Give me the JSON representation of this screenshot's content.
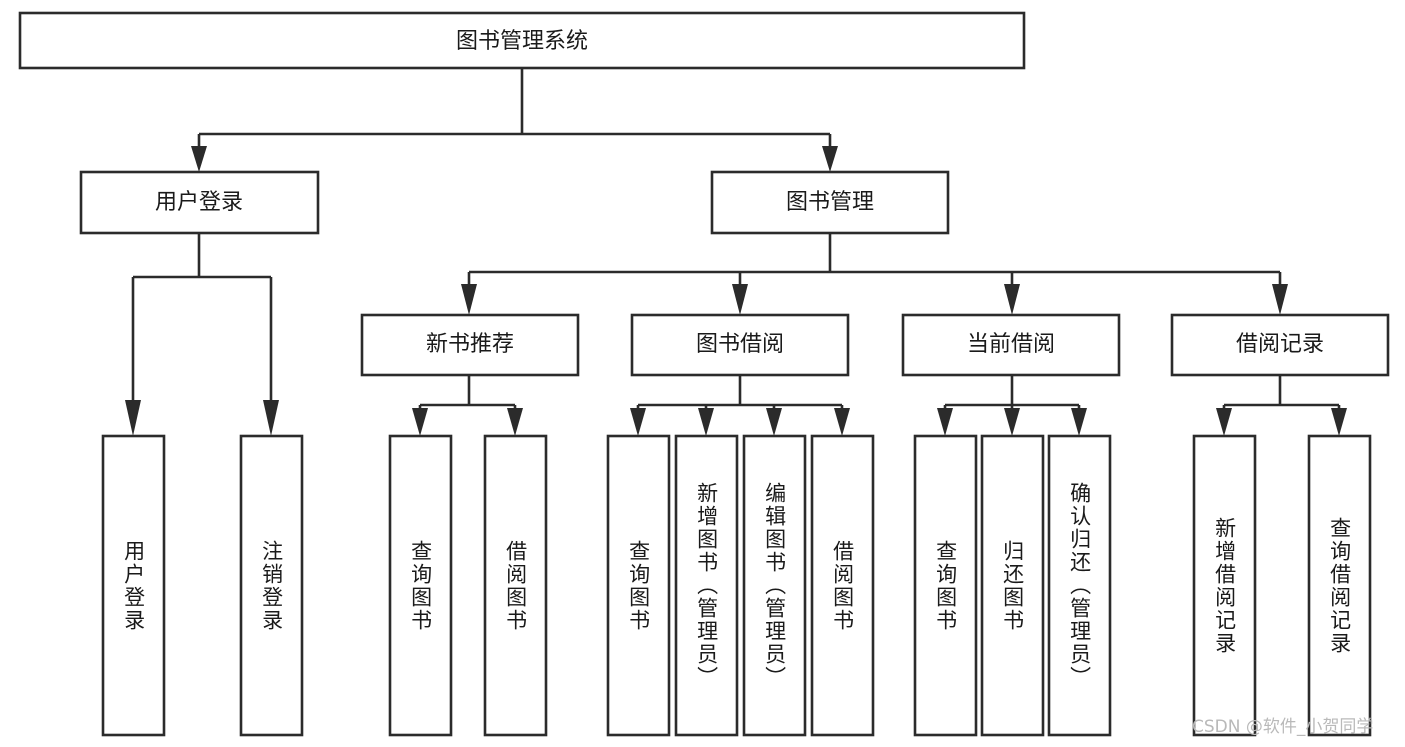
{
  "diagram": {
    "title": "图书管理系统",
    "type": "tree-hierarchy",
    "levels": 4,
    "root": {
      "id": "root",
      "label": "图书管理系统",
      "orientation": "horizontal"
    },
    "level2": [
      {
        "id": "user-login",
        "label": "用户登录",
        "orientation": "horizontal"
      },
      {
        "id": "book-manage",
        "label": "图书管理",
        "orientation": "horizontal"
      }
    ],
    "level3": [
      {
        "id": "new-book-recommend",
        "label": "新书推荐",
        "orientation": "horizontal",
        "parent": "book-manage"
      },
      {
        "id": "book-borrow",
        "label": "图书借阅",
        "orientation": "horizontal",
        "parent": "book-manage"
      },
      {
        "id": "current-borrow",
        "label": "当前借阅",
        "orientation": "horizontal",
        "parent": "book-manage"
      },
      {
        "id": "borrow-record",
        "label": "借阅记录",
        "orientation": "horizontal",
        "parent": "book-manage"
      }
    ],
    "leaves": [
      {
        "id": "leaf-user-login",
        "label": "用户登录",
        "parent": "user-login",
        "orientation": "vertical"
      },
      {
        "id": "leaf-user-logout",
        "label": "注销登录",
        "parent": "user-login",
        "orientation": "vertical"
      },
      {
        "id": "leaf-query-book-1",
        "label": "查询图书",
        "parent": "new-book-recommend",
        "orientation": "vertical"
      },
      {
        "id": "leaf-borrow-book-1",
        "label": "借阅图书",
        "parent": "new-book-recommend",
        "orientation": "vertical"
      },
      {
        "id": "leaf-query-book-2",
        "label": "查询图书",
        "parent": "book-borrow",
        "orientation": "vertical"
      },
      {
        "id": "leaf-add-book",
        "label": "新增图书（管理员）",
        "parent": "book-borrow",
        "orientation": "vertical"
      },
      {
        "id": "leaf-edit-book",
        "label": "编辑图书（管理员）",
        "parent": "book-borrow",
        "orientation": "vertical"
      },
      {
        "id": "leaf-borrow-book-2",
        "label": "借阅图书",
        "parent": "book-borrow",
        "orientation": "vertical"
      },
      {
        "id": "leaf-query-book-3",
        "label": "查询图书",
        "parent": "current-borrow",
        "orientation": "vertical"
      },
      {
        "id": "leaf-return-book",
        "label": "归还图书",
        "parent": "current-borrow",
        "orientation": "vertical"
      },
      {
        "id": "leaf-confirm-return",
        "label": "确认归还（管理员）",
        "parent": "current-borrow",
        "orientation": "vertical"
      },
      {
        "id": "leaf-add-record",
        "label": "新增借阅记录",
        "parent": "borrow-record",
        "orientation": "vertical"
      },
      {
        "id": "leaf-query-record",
        "label": "查询借阅记录",
        "parent": "borrow-record",
        "orientation": "vertical"
      }
    ],
    "colors": {
      "stroke": "#2b2b2b",
      "fill": "#ffffff",
      "text": "#1a1a1a",
      "background": "#ffffff",
      "watermark": "#b9b9b9"
    }
  },
  "watermark": {
    "text": "CSDN @软件_小贺同学"
  }
}
